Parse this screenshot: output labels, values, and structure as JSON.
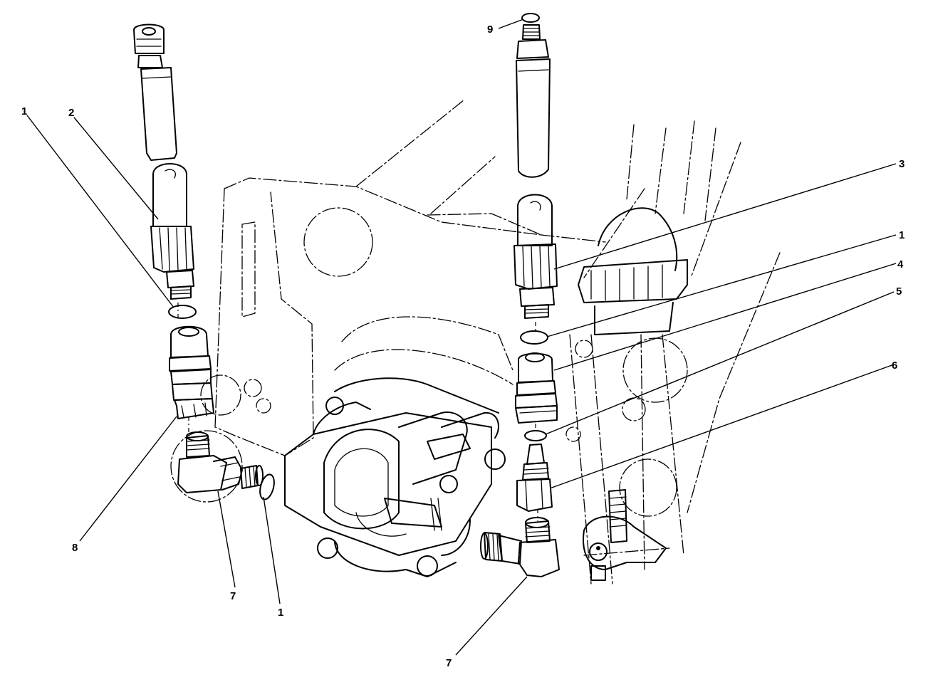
{
  "callouts": [
    {
      "id": "c1a",
      "label": "1"
    },
    {
      "id": "c2",
      "label": "2"
    },
    {
      "id": "c9",
      "label": "9"
    },
    {
      "id": "c3",
      "label": "3"
    },
    {
      "id": "c1b",
      "label": "1"
    },
    {
      "id": "c4",
      "label": "4"
    },
    {
      "id": "c5",
      "label": "5"
    },
    {
      "id": "c6",
      "label": "6"
    },
    {
      "id": "c8",
      "label": "8"
    },
    {
      "id": "c7a",
      "label": "7"
    },
    {
      "id": "c1c",
      "label": "1"
    },
    {
      "id": "c7b",
      "label": "7"
    }
  ]
}
